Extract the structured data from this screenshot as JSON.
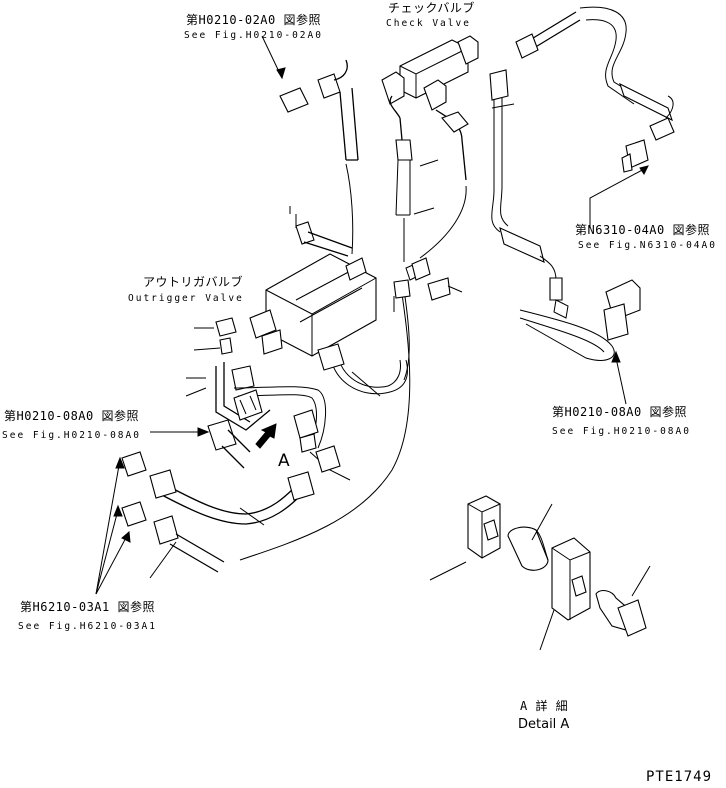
{
  "refs": {
    "top_left": {
      "jp": "第H0210-02A0 図参照",
      "en": "See Fig.H0210-02A0"
    },
    "top_right": {
      "jp": "第N6310-04A0 図参照",
      "en": "See Fig.N6310-04A0"
    },
    "mid_right": {
      "jp": "第H0210-08A0 図参照",
      "en": "See Fig.H0210-08A0"
    },
    "mid_left": {
      "jp": "第H0210-08A0 図参照",
      "en": "See Fig.H0210-08A0"
    },
    "bottom_left": {
      "jp": "第H6210-03A1 図参照",
      "en": "See Fig.H6210-03A1"
    }
  },
  "components": {
    "check_valve": {
      "jp": "チェックバルブ",
      "en": "Check Valve"
    },
    "outrigger_valve": {
      "jp": "アウトリガバルブ",
      "en": "Outrigger Valve"
    }
  },
  "detail": {
    "marker": "A",
    "jp": "A 詳 細",
    "en": "Detail A"
  },
  "drawing_code": "PTE1749"
}
